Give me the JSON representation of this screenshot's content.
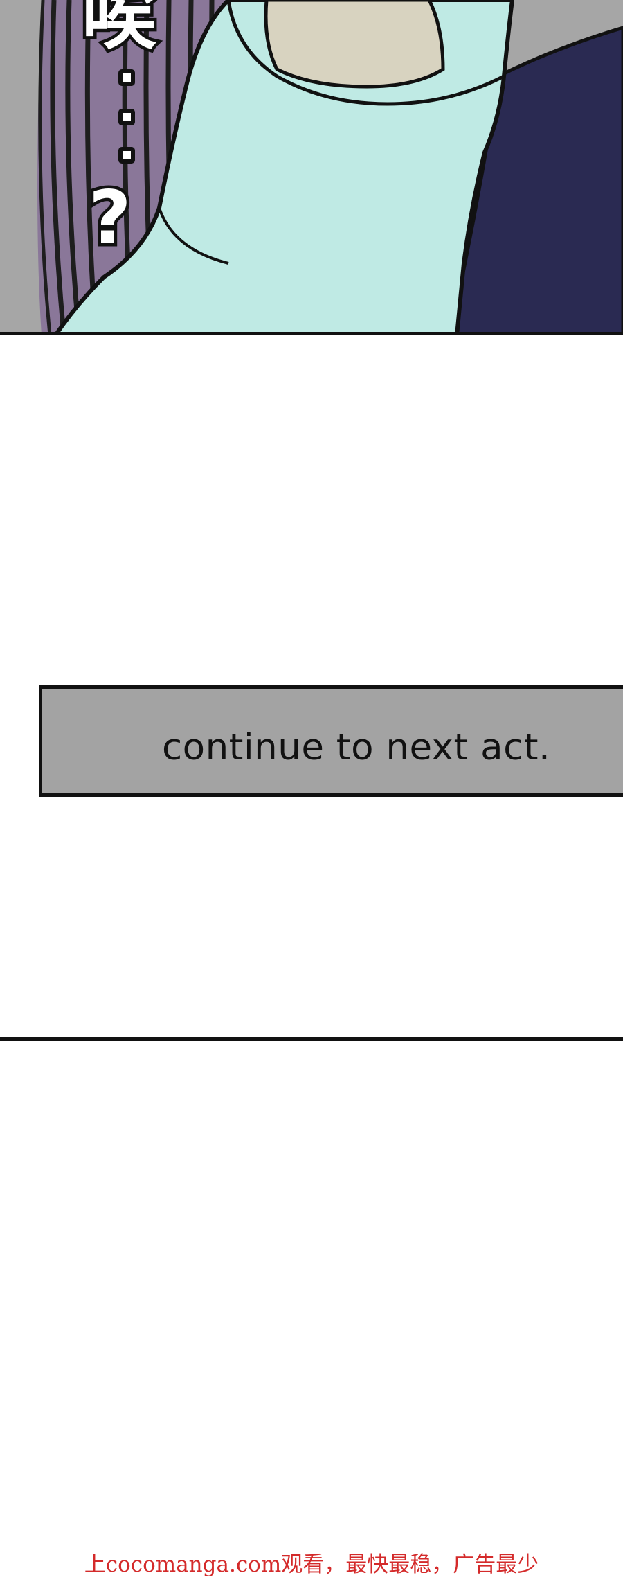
{
  "panel_top": {
    "sfx_char": "唉",
    "sfx_question": "?",
    "colors": {
      "background_gray": "#a6a6a6",
      "hair_purple": "#8a7799",
      "hair_stripe": "#1e1e1e",
      "sleeve_mint": "#bfeae4",
      "hand_beige": "#d8d3c0",
      "coat_navy": "#2a2a52"
    }
  },
  "caption": {
    "text": "continue to next act."
  },
  "footer": {
    "text": "上cocomanga.com观看，最快最稳，广告最少"
  }
}
